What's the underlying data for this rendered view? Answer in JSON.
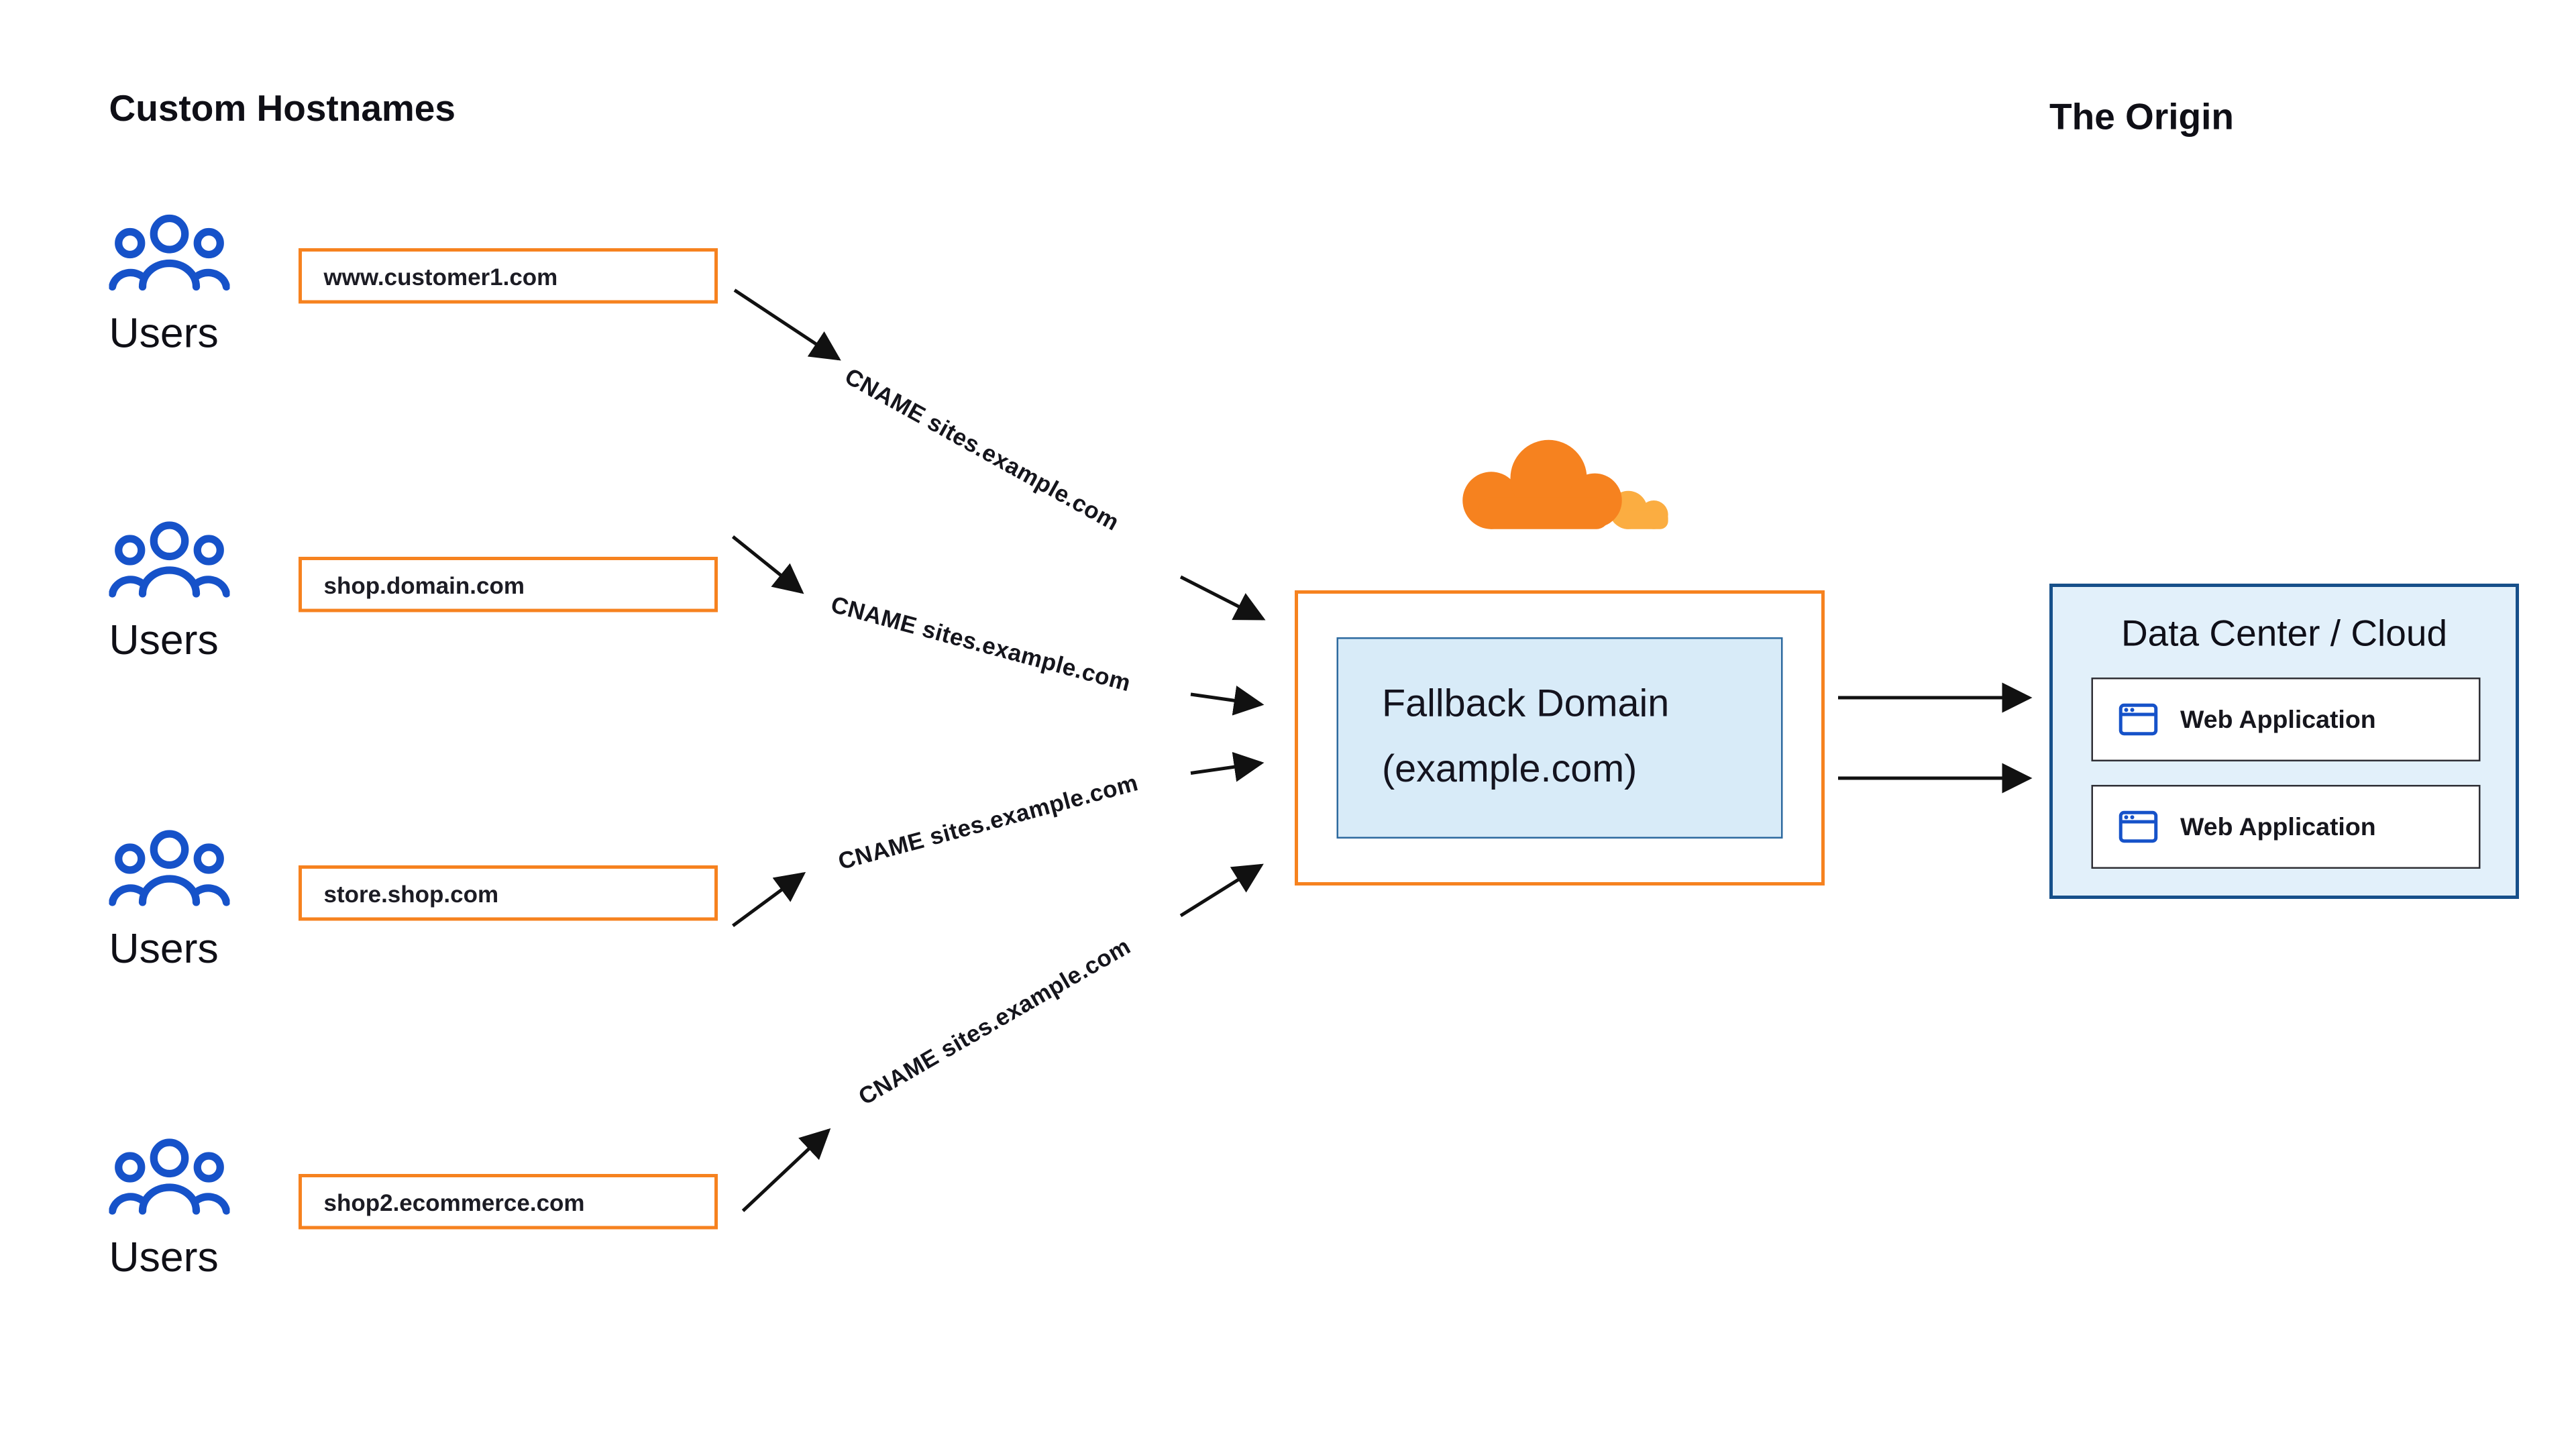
{
  "headings": {
    "custom_hostnames": "Custom Hostnames",
    "the_origin": "The Origin"
  },
  "user_groups": [
    {
      "label": "Users",
      "hostname": "www.customer1.com"
    },
    {
      "label": "Users",
      "hostname": "shop.domain.com"
    },
    {
      "label": "Users",
      "hostname": "store.shop.com"
    },
    {
      "label": "Users",
      "hostname": "shop2.ecommerce.com"
    }
  ],
  "cname_labels": [
    "CNAME sites.example.com",
    "CNAME sites.example.com",
    "CNAME sites.example.com",
    "CNAME sites.example.com"
  ],
  "fallback": {
    "line1": "Fallback Domain",
    "line2": "(example.com)"
  },
  "origin_box": {
    "title": "Data Center / Cloud",
    "apps": [
      {
        "label": "Web Application"
      },
      {
        "label": "Web Application"
      }
    ]
  },
  "colors": {
    "cloudflare_orange": "#F6821F",
    "cloudflare_light_orange": "#FBAD41",
    "users_blue": "#1652C9",
    "fallback_border": "#2D6A9F",
    "fallback_bg": "#D8EBF8",
    "origin_bg": "#E2F0FA",
    "origin_border": "#17508A",
    "arrow": "#111111"
  }
}
